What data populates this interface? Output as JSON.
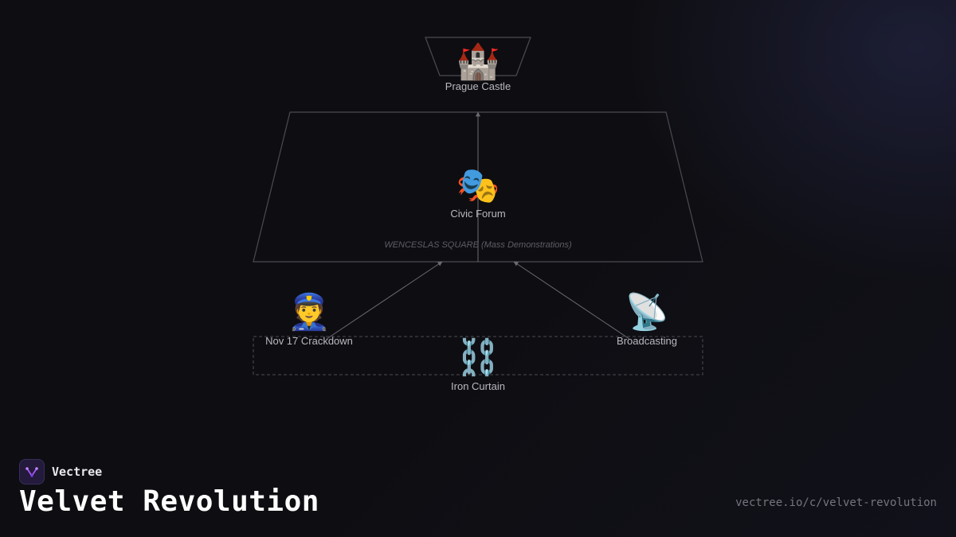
{
  "diagram": {
    "nodes": [
      {
        "id": "prague-castle",
        "label": "Prague Castle",
        "emoji": "🏰"
      },
      {
        "id": "civic-forum",
        "label": "Civic Forum",
        "emoji": "🎭"
      },
      {
        "id": "nov17-crackdown",
        "label": "Nov 17 Crackdown",
        "emoji": "👮"
      },
      {
        "id": "broadcasting",
        "label": "Broadcasting",
        "emoji": "📡"
      },
      {
        "id": "iron-curtain",
        "label": "Iron Curtain",
        "emoji": "⛓️"
      }
    ],
    "zones": [
      {
        "id": "wenceslas-square",
        "caption": "WENCESLAS SQUARE (Mass Demonstrations)"
      }
    ],
    "edges": [
      {
        "from": "civic-forum",
        "to": "prague-castle"
      },
      {
        "from": "nov17-crackdown",
        "to": "wenceslas-square"
      },
      {
        "from": "broadcasting",
        "to": "wenceslas-square"
      }
    ]
  },
  "footer": {
    "brand": "Vectree",
    "title": "Velvet Revolution",
    "url": "vectree.io/c/velvet-revolution"
  },
  "colors": {
    "background": "#0e0e12",
    "zone_stroke": "#4a4a52",
    "edge": "#6a6a72",
    "label": "#b8b8c0",
    "brand_logo_bg": "#231a3c",
    "brand_logo_accent": "#a855f7"
  }
}
